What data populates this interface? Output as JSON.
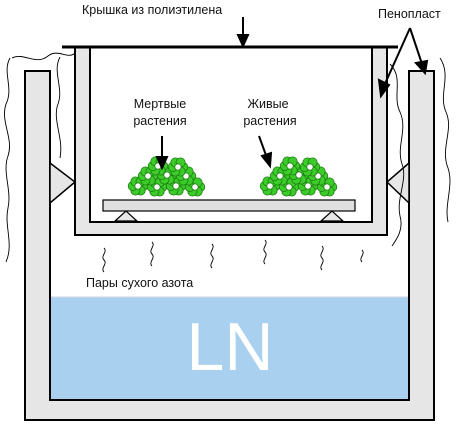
{
  "labels": {
    "lid": "Крышка из полиэтилена",
    "foam": "Пенопласт",
    "dead_plants_line1": "Мертвые",
    "dead_plants_line2": "растения",
    "live_plants_line1": "Живые",
    "live_plants_line2": "растения",
    "nitrogen_vapor": "Пары сухого азота",
    "liquid_nitrogen": "LN"
  },
  "colors": {
    "wall_fill": "#e6e6e6",
    "outline": "#000000",
    "liquid": "#a9d1ef",
    "plant": "#3ccc2a",
    "plant_center": "#ffffff",
    "shelf": "#e0e0e0",
    "text": "#111111"
  }
}
